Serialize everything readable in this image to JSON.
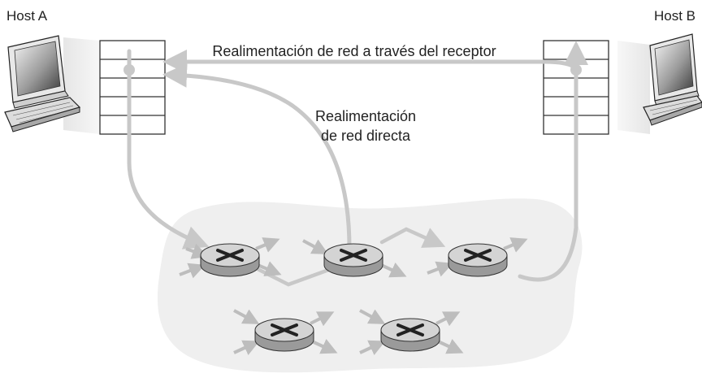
{
  "hosts": {
    "a": {
      "label": "Host A"
    },
    "b": {
      "label": "Host B"
    }
  },
  "annotations": {
    "receiver_feedback": "Realimentación de red a través del receptor",
    "direct_feedback_line1": "Realimentación",
    "direct_feedback_line2": "de red directa"
  },
  "colors": {
    "arrow": "#c8c8c8",
    "network_cloud": "#efefef",
    "router_top": "#d4d4d4",
    "router_side": "#9a9a9a",
    "outline": "#333333",
    "text": "#222222"
  },
  "icons": {
    "host": "computer-icon",
    "router": "router-icon",
    "buffer": "buffer-queue"
  }
}
